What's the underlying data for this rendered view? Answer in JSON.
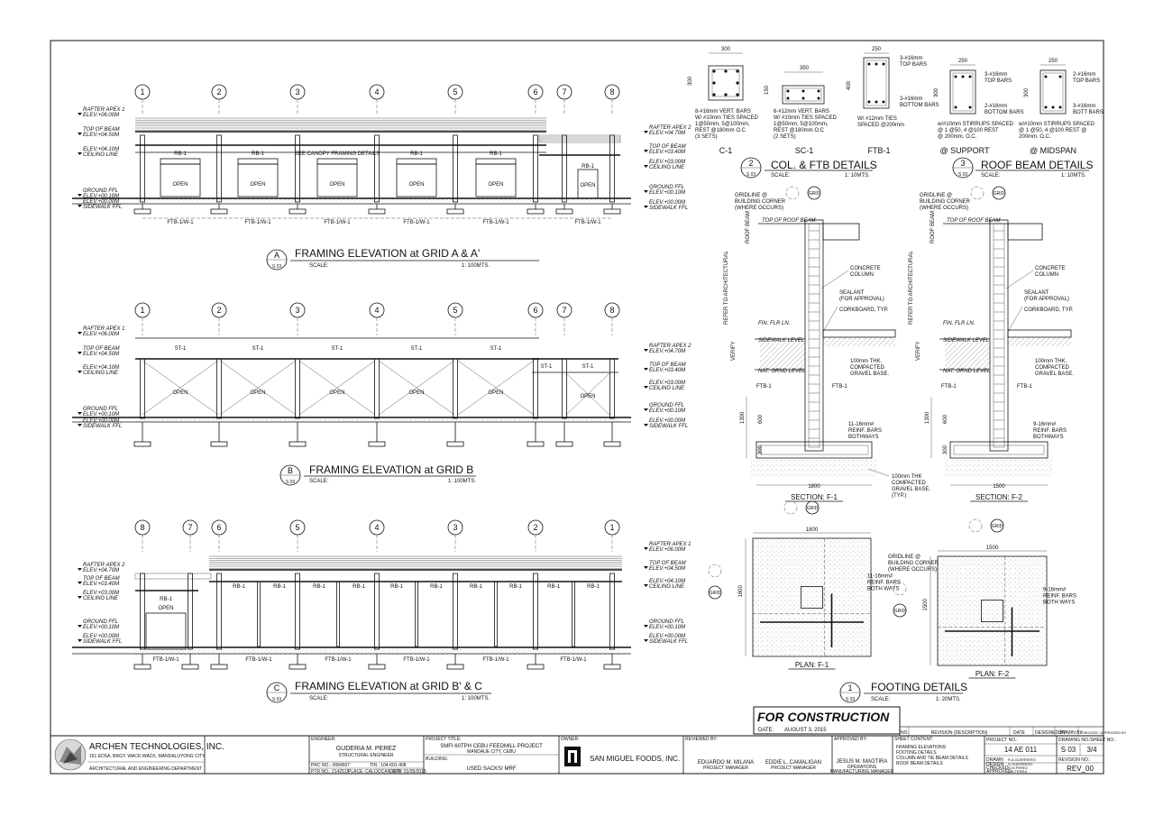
{
  "grids_a": [
    "1",
    "2",
    "3",
    "4",
    "5",
    "6",
    "7",
    "8"
  ],
  "grids_c": [
    "8",
    "7",
    "6",
    "5",
    "4",
    "3",
    "2",
    "1"
  ],
  "levels_left": {
    "l1a": "RAFTER APEX 1",
    "l1b": "ELEV.+06.00M",
    "l2a": "TOP OF BEAM",
    "l2b": "ELEV.+04.50M",
    "l3a": "ELEV.+04.10M",
    "l3b": "CEILING LINE",
    "l4a": "GROUND FFL",
    "l4b": "ELEV.+00.10M",
    "l5a": "ELEV.+00.00M",
    "l5b": "SIDEWALK FFL"
  },
  "levels_right": {
    "l1a": "RAFTER APEX 2",
    "l1b": "ELEV.+04.70M",
    "l2a": "TOP OF BEAM",
    "l2b": "ELEV.+03.40M",
    "l3a": "ELEV.+03.00M",
    "l3b": "CEILING LINE",
    "l4a": "GROUND FFL",
    "l4b": "ELEV.+00.10M",
    "l5a": "ELEV.+00.00M",
    "l5b": "SIDEWALK FFL"
  },
  "levels_c_left": {
    "l1a": "RAFTER APEX 2",
    "l1b": "ELEV.+04.70M",
    "l2a": "TOP OF BEAM",
    "l2b": "ELEV.+03.40M",
    "l3a": "ELEV.+03.00M",
    "l3b": "CEILING LINE",
    "l4a": "GROUND FFL",
    "l4b": "ELEV.+00.10M",
    "l5a": "ELEV.+00.00M",
    "l5b": "SIDEWALK FFL"
  },
  "levels_c_right": {
    "l1a": "RAFTER APEX 1",
    "l1b": "ELEV.+06.00M",
    "l2a": "TOP OF BEAM",
    "l2b": "ELEV.+04.50M",
    "l3a": "ELEV.+04.10M",
    "l3b": "CEILING LINE",
    "l4a": "GROUND FFL",
    "l4b": "ELEV.+00.10M",
    "l5a": "ELEV.+00.00M",
    "l5b": "SIDEWALK FFL"
  },
  "labels": {
    "rb1": "RB-1",
    "st1": "ST-1",
    "open": "OPEN",
    "canopy": "SEE CANOPY FRAMING DETAILS",
    "ftb": "FTB-1/W-1",
    "s03": "S 03",
    "scale": "SCALE:",
    "scale100": "1:  100MTS.",
    "scale10": "1:  10MTS.",
    "scale20": "1:  20MTS."
  },
  "titles": {
    "a_letter": "A",
    "a_title": "FRAMING ELEVATION at GRID A & A'",
    "b_letter": "B",
    "b_title": "FRAMING ELEVATION at GRID B",
    "c_letter": "C",
    "c_title": "FRAMING ELEVATION at GRID B' & C",
    "col_num": "2",
    "col_title": "COL. & FTB DETAILS",
    "rb_num": "3",
    "rb_title": "ROOF BEAM DETAILS",
    "ftg_num": "1",
    "ftg_title": "FOOTING DETAILS"
  },
  "sections": {
    "c1_w": "300",
    "c1_h": "300",
    "c1_n1": "8-#16mm VERT. BARS",
    "c1_n2": "W/ #10mm TIES SPACED",
    "c1_n3": "1@50mm, 5@100mm,",
    "c1_n4": "REST @180mm O.C",
    "c1_n5": "(3 SETS)",
    "c1_name": "C-1",
    "sc1_w": "350",
    "sc1_h": "150",
    "sc1_n1": "6-#12mm VERT. BARS",
    "sc1_n2": "W/ #10mm TIES SPACED",
    "sc1_n3": "1@50mm, 5@100mm,",
    "sc1_n4": "REST @180mm O.C",
    "sc1_n5": "(2 SETS)",
    "sc1_name": "SC-1",
    "ftb1_w": "250",
    "ftb1_h": "400",
    "ftb1_n1": "3-#16mm",
    "ftb1_n2": "TOP BARS",
    "ftb1_n3": "3-#16mm",
    "ftb1_n4": "BOTTOM BARS",
    "ftb1_n5": "W/ #12mm TIES",
    "ftb1_n6": "SPACED @200mm",
    "ftb1_name": "FTB-1",
    "rs_w": "250",
    "rs_h": "300",
    "rs_n1": "3-#16mm",
    "rs_n2": "TOP BARS",
    "rs_n3": "2-#16mm",
    "rs_n4": "BOTTOM BARS",
    "rs_n5": "w/#10mm STIRRUPS SPACED",
    "rs_n6": "@ 1 @50, 4 @100 REST",
    "rs_n7": "@ 200mm. O.C.",
    "rs_name": "@ SUPPORT",
    "rm_w": "250",
    "rm_h": "300",
    "rm_n1": "2-#16mm",
    "rm_n2": "TOP BARS",
    "rm_n3": "3-#16mm",
    "rm_n4": "BOTT BARS",
    "rm_n5": "w/#10mm STIRRUPS SPACED",
    "rm_n6": "@ 1 @50, 4 @100 REST @",
    "rm_n7": "200mm. O.C.",
    "rm_name": "@ MIDSPAN"
  },
  "detail": {
    "grid": "GRID",
    "gridline1": "GRIDLINE @",
    "gridline2": "BUILDING CORNER",
    "gridline3": "(WHERE OCCURS)",
    "top_rb": "TOP OF ROOF BEAM",
    "roof_beam": "ROOF BEAM",
    "refer": "REFER TO ARCHITECTURAL",
    "conc1": "CONCRETE",
    "conc2": "COLUMN",
    "seal1": "SEALANT",
    "seal2": "(FOR APPROVAL)",
    "cork": "CORKBOARD, TYP.",
    "fin_flr": "FIN. FLR LN.",
    "sidewalk": "SIDEWALK LEVEL",
    "verify": "VERIFY",
    "nat": "NAT. GRND LEVEL",
    "grav1": "100mm THK.",
    "grav2": "COMPACTED",
    "grav3": "GRAVEL BASE.",
    "ftb1": "FTB-1",
    "d1300": "1300",
    "d600": "600",
    "d300": "300",
    "f1_bars1": "11-16mm#",
    "f1_bars2": "REINF. BARS",
    "f1_bars3": "BOTHWAYS",
    "f2_bars1": "9-16mm#",
    "f2_bars2": "REINF. BARS",
    "f2_bars3": "BOTHWAYS",
    "w1800": "1800",
    "w1500": "1500",
    "sec_f1": "SECTION: F-1",
    "sec_f2": "SECTION: F-2",
    "gb1": "100mm THK",
    "gb2": "COMPACTED",
    "gb3": "GRAVEL BASE.",
    "gb4": "(TYP.)",
    "p1_b1": "11-16mm#",
    "p1_b2": "REINF. BARS",
    "p1_b3": "BOTH WAYS",
    "p2_b1": "9-16mm#",
    "p2_b2": "REINF. BARS",
    "p2_b3": "BOTH WAYS",
    "plan_f1": "PLAN: F-1",
    "plan_f2": "PLAN: F-2"
  },
  "stamp": {
    "title": "FOR CONSTRUCTION",
    "date_label": "DATE:",
    "date": "AUGUST 3, 2015"
  },
  "titleblock": {
    "company": "ARCHEN TECHNOLOGIES, INC.",
    "company_addr": "151 EDSA, BRGY. WACK-WACK, MANDALUYONG CITY",
    "dept": "ARCHITECTURAL AND ENGINEERING DEPARTMENT",
    "engineer_h": "ENGINEER:",
    "engineer": "GUDERIA M. PEREZ",
    "engineer_role": "STRUCTURAL ENGINEER",
    "prc": "PRC NO.: 0084607",
    "tin": "TIN : 104-601-408",
    "ptr": "PTR NO.: 2142515",
    "place": "PLACE: CALOOCAN CITY",
    "date": "DATE: 01/05/2015",
    "proj_h": "PROJECT TITLE:",
    "proj": "SMFI 60TPH CEBU FEEDMILL PROJECT",
    "proj_loc": "MANDAUE CITY, CEBU",
    "bldg_h": "BUILDING:",
    "bldg": "USED SACKS/ MRF",
    "owner_h": "OWNER:",
    "owner": "SAN MIGUEL FOODS, INC.",
    "rev_h": "REVIEWED BY:",
    "rev1": "EDUARDO M. MILANA",
    "rev1_role": "PROJECT MANAGER",
    "rev2": "EDDIE L. CAMALIGAN",
    "rev2_role": "PROJECT MANAGER",
    "appr_h": "APPROVED BY:",
    "appr": "JESUS M. MAGTIRA",
    "appr_role1": "OPERATIONS",
    "appr_role2": "MANUFACTURING MANAGER",
    "sheet_h": "SHEET CONTENT:",
    "sheet1": "FRAMING ELEVATIONS",
    "sheet2": "FOOTING DETAILS",
    "sheet3": "COLUMN AND TIE BEAM DETAILS",
    "sheet4": "ROOF BEAM DETAILS",
    "projno_h": "PROJECT NO.:",
    "projno": "14 AE 011",
    "dwg_h": "DRAWING NO./SHEET NO.:",
    "dwg": "S 03",
    "sheetno": "3/4",
    "rev_no_h": "REVISION NO.:",
    "rev_no": "REV_00",
    "drawn": "DRAWN",
    "design": "DESIGN",
    "checked": "CHECKED",
    "approved": "APPROVED",
    "date_l": "DATE",
    "drawn_v": "R.A.GUERRERO",
    "design_v": "G.GUERRERO",
    "checked_v": "G.M.PEREZ",
    "approved_v": "J.M.TERRA",
    "date_v": "MAY 15, 2015",
    "revtbl_no": "NO.",
    "revtbl_desc": "REVISION (DESCRIPTION)",
    "revtbl_date": "DATE",
    "revtbl_des": "DESIGNED BY",
    "revtbl_drawn": "DRAWN BY",
    "revtbl_chk": "CHECKED / APPROVED BY"
  }
}
